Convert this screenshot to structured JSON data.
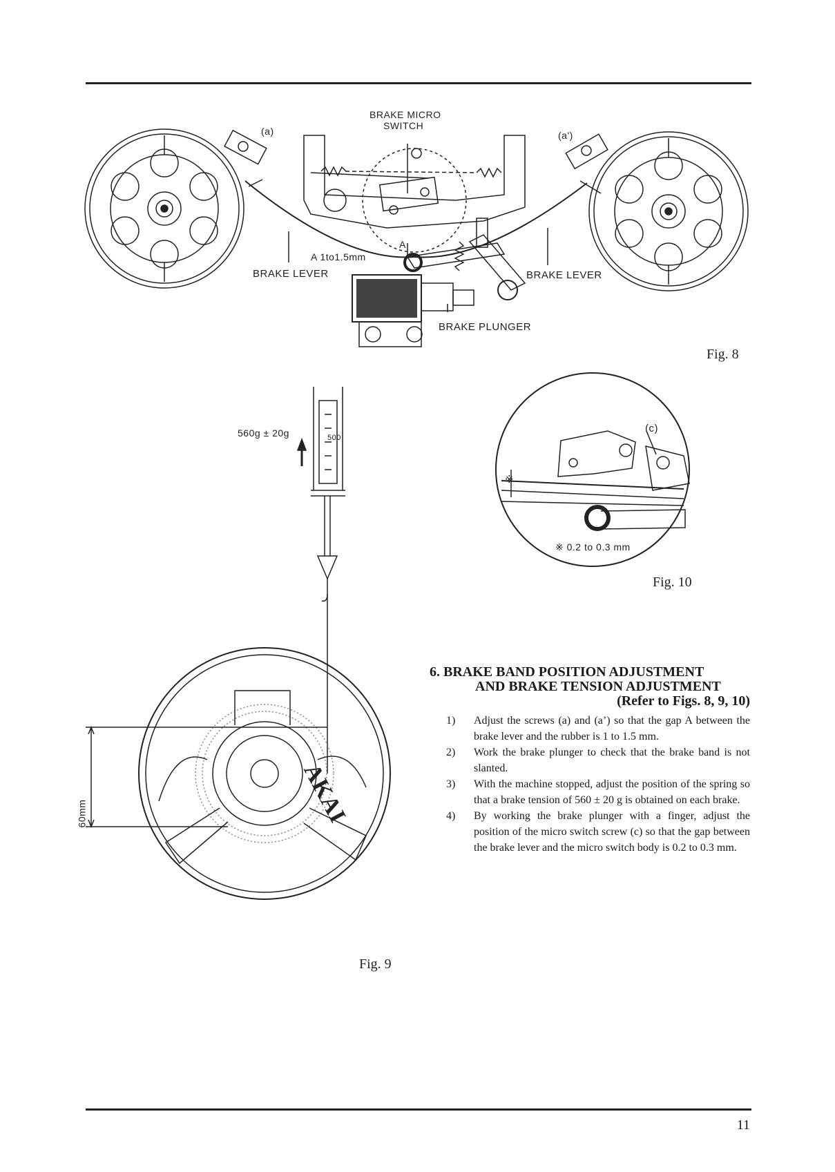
{
  "fig8": {
    "label_micro_switch_1": "BRAKE MICRO",
    "label_micro_switch_2": "SWITCH",
    "label_a": "(a)",
    "label_a_prime": "(a')",
    "label_gap": "A 1to1.5mm",
    "label_gap_a": "A",
    "label_brake_lever_left": "BRAKE LEVER",
    "label_brake_lever_right": "BRAKE LEVER",
    "label_brake_plunger": "BRAKE PLUNGER",
    "caption": "Fig. 8"
  },
  "fig9": {
    "label_tension": "560g ± 20g",
    "label_scale": "500",
    "label_60mm": "60mm",
    "label_brand": "AKAI",
    "caption": "Fig. 9"
  },
  "fig10": {
    "label_c": "(c)",
    "label_star": "※",
    "label_gap": "※ 0.2 to 0.3 mm",
    "caption": "Fig. 10"
  },
  "section": {
    "title_line1": "6. BRAKE BAND POSITION ADJUSTMENT",
    "title_line2": "AND BRAKE TENSION ADJUSTMENT",
    "reference": "(Refer to Figs. 8, 9, 10)",
    "steps": [
      {
        "num": "1)",
        "text": "Adjust the screws (a) and (a’) so that the gap A between the brake lever and the rubber is 1 to 1.5 mm."
      },
      {
        "num": "2)",
        "text": "Work the brake plunger to check that the brake band is not slanted."
      },
      {
        "num": "3)",
        "text": "With the machine stopped, adjust the position of the spring so that a brake tension of 560 ± 20 g is obtained on each brake."
      },
      {
        "num": "4)",
        "text": "By working the brake plunger with a finger, adjust the position of the micro switch screw (c) so that the gap between the brake lever and the micro switch body is 0.2 to 0.3 mm."
      }
    ]
  },
  "page_number": "11"
}
